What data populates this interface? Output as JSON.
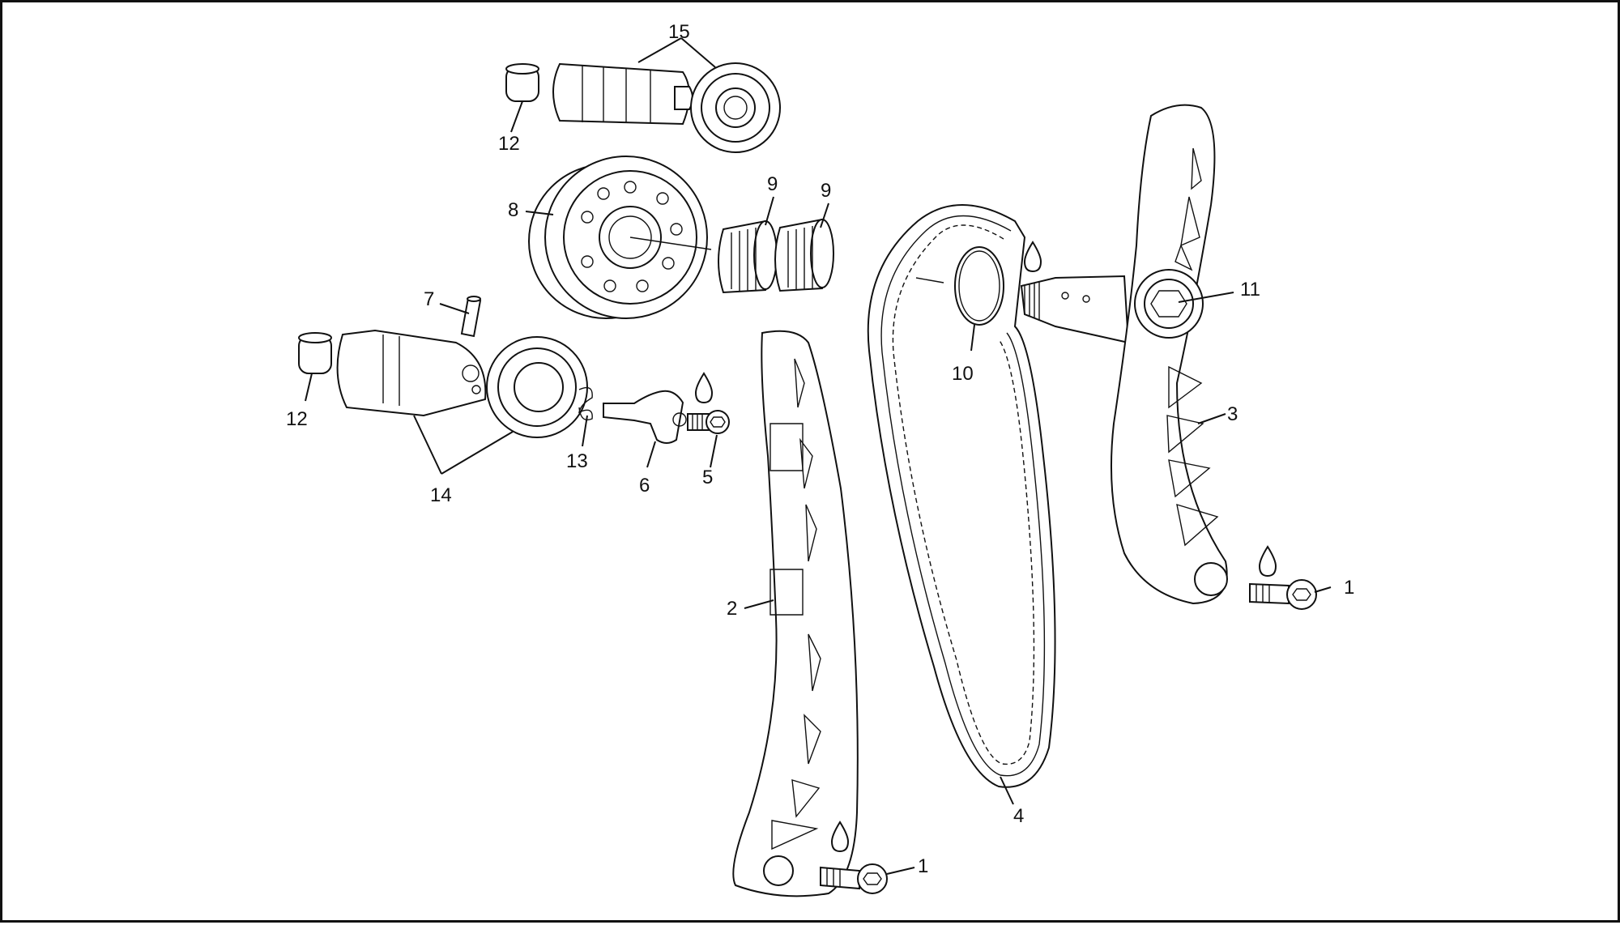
{
  "callouts": {
    "c1a": "1",
    "c1b": "1",
    "c2": "2",
    "c3": "3",
    "c4": "4",
    "c5": "5",
    "c6": "6",
    "c7": "7",
    "c8": "8",
    "c9a": "9",
    "c9b": "9",
    "c10": "10",
    "c11": "11",
    "c12a": "12",
    "c12b": "12",
    "c13": "13",
    "c14": "14",
    "c15": "15"
  },
  "oil_symbol_icon": "oil-drop-icon",
  "line_color": "#111111",
  "background_color": "#ffffff"
}
